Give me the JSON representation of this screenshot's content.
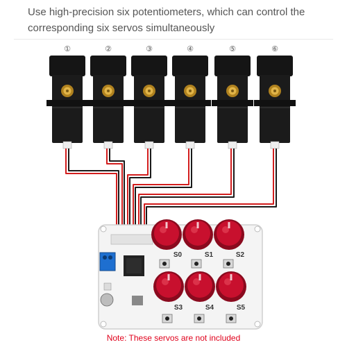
{
  "caption": {
    "line1": "Use high-precision six potentiometers, which can control the",
    "line2": "corresponding six servos simultaneously"
  },
  "servos": [
    {
      "number": "①"
    },
    {
      "number": "②"
    },
    {
      "number": "③"
    },
    {
      "number": "④"
    },
    {
      "number": "⑤"
    },
    {
      "number": "⑥"
    }
  ],
  "knobs": [
    {
      "label": "S0"
    },
    {
      "label": "S1"
    },
    {
      "label": "S2"
    },
    {
      "label": "S3"
    },
    {
      "label": "S4"
    },
    {
      "label": "S5"
    }
  ],
  "note": "Note: These servos are not included",
  "colors": {
    "caption": "#555555",
    "note": "#e0001b",
    "knob": "#c8102e",
    "servo": "#151515",
    "board": "#f4f4f4",
    "terminal": "#1e6fd0"
  }
}
